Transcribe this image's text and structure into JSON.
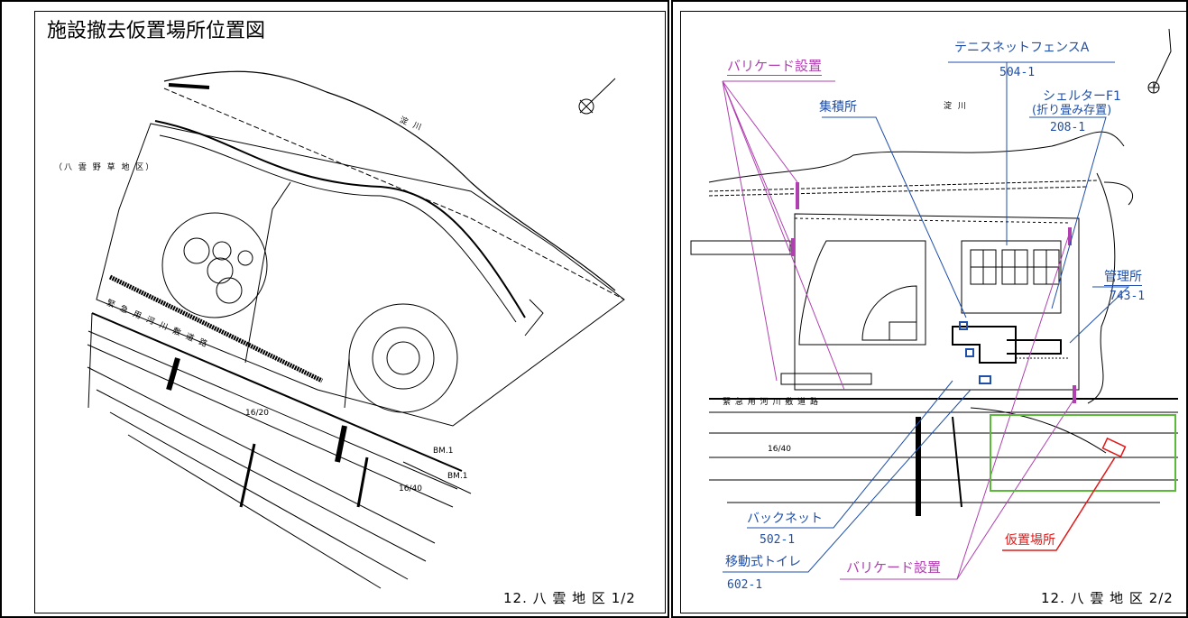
{
  "sheet1": {
    "title": "施設撤去仮置場所位置図",
    "area_label": "（八 雲 野 草 地 区）",
    "river_label": "淀 川",
    "road_label": "緊 急 用 河 川 敷 道 路",
    "marks": [
      "16/20",
      "16/40",
      "BM.1",
      "BM.1"
    ],
    "footer": "12. 八 雲 地 区 1/2"
  },
  "sheet2": {
    "labels": {
      "barricade_top": "バリケード設置",
      "tennis_net": "テニスネットフェンスA",
      "tennis_net_no": "504-1",
      "shelter": "シェルターF1",
      "shelter_sub": "(折り畳み存置)",
      "shelter_no": "208-1",
      "collection": "集積所",
      "river": "淀 川",
      "office": "管理所",
      "office_no": "743-1",
      "road": "緊 急 用 河 川 敷 道 路",
      "mark": "16/40",
      "backnet": "バックネット",
      "backnet_no": "502-1",
      "toilet": "移動式トイレ",
      "toilet_no": "602-1",
      "barricade_bottom": "バリケード設置",
      "storage": "仮置場所"
    },
    "footer": "12. 八 雲 地 区 2/2"
  },
  "colors": {
    "blue": "#1f4fa8",
    "magenta": "#b040b0",
    "red": "#e01818",
    "green": "#5cb83a"
  }
}
